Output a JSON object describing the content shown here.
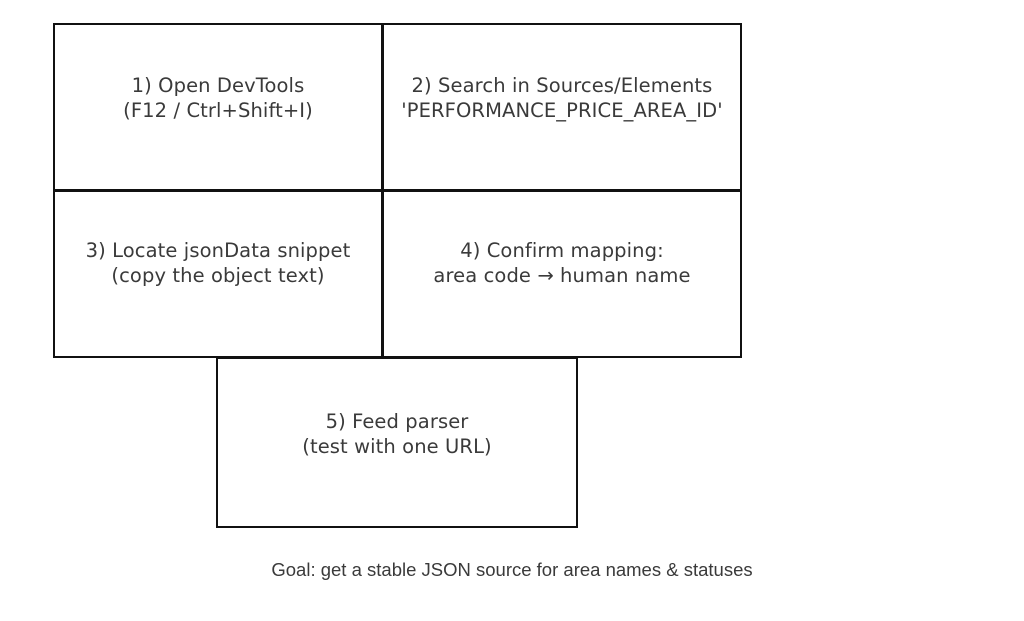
{
  "diagram": {
    "type": "flowchart",
    "background_color": "#ffffff",
    "stroke_color": "#111111",
    "text_color": "#3a3a3a",
    "nodes": [
      {
        "id": "step-1",
        "label": "1) Open DevTools\n(F12 / Ctrl+Shift+I)"
      },
      {
        "id": "step-2",
        "label": "2) Search in Sources/Elements\n'PERFORMANCE_PRICE_AREA_ID'"
      },
      {
        "id": "step-3",
        "label": "3) Locate jsonData snippet\n(copy the object text)"
      },
      {
        "id": "step-4",
        "label": "4) Confirm mapping:\narea code → human name"
      },
      {
        "id": "step-5",
        "label": "5) Feed parser\n(test with one URL)"
      }
    ],
    "edges": [
      {
        "id": "edge-1-to-2",
        "from": "step-1",
        "to": "step-2",
        "direction": "right"
      },
      {
        "id": "edge-1-to-3",
        "from": "step-1",
        "to": "step-3",
        "direction": "down"
      },
      {
        "id": "edge-2-to-4",
        "from": "step-2",
        "to": "step-4",
        "direction": "down"
      },
      {
        "id": "edge-3-to-5",
        "from": "step-3",
        "to": "step-5",
        "direction": "diagonal-down-left"
      },
      {
        "id": "edge-4-to-5",
        "from": "step-4",
        "to": "step-5",
        "direction": "diagonal-down-left"
      }
    ],
    "caption": "Goal: get a stable JSON source for area names & statuses"
  }
}
